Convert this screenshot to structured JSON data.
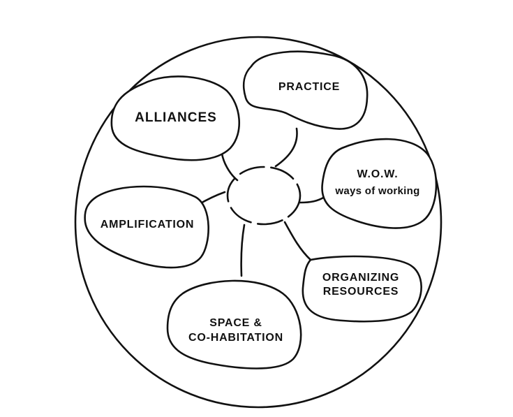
{
  "nodes": {
    "practice": {
      "label": "PRACTICE"
    },
    "alliances": {
      "label": "ALLIANCES"
    },
    "wow": {
      "title": "W.O.W.",
      "subtitle": "ways of working"
    },
    "amplification": {
      "label": "AMPLIFICATION"
    },
    "organizing": {
      "line1": "ORGANIZING",
      "line2": "RESOURCES"
    },
    "space": {
      "line1": "SPACE &",
      "line2": "CO-HABITATION"
    }
  },
  "colors": {
    "stroke": "#111111",
    "background": "#ffffff"
  }
}
